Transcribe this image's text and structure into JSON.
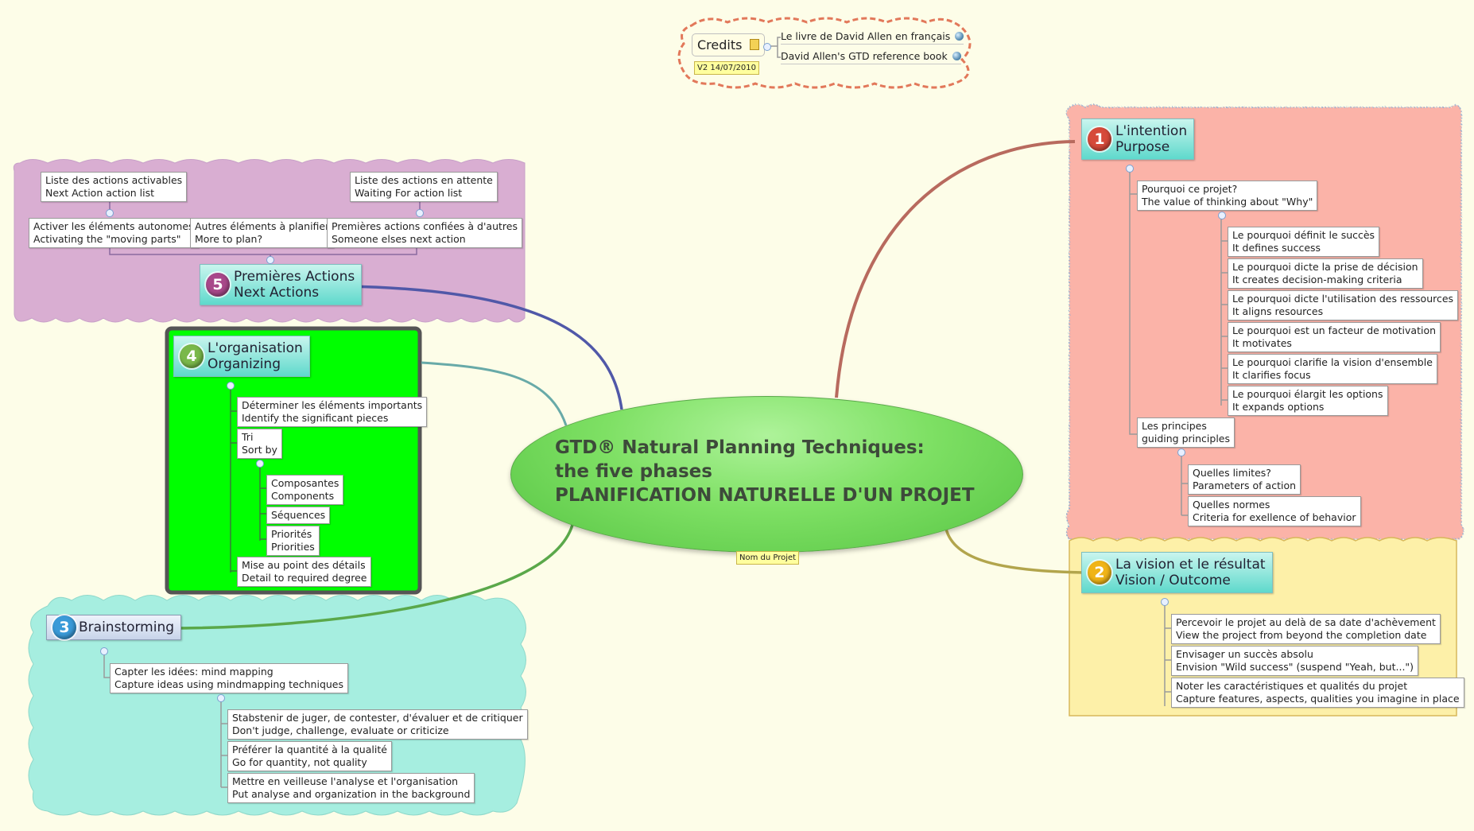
{
  "colors": {
    "background": "#fdfde8",
    "purpose_region": "#fbb3a8",
    "vision_region": "#fdf0a8",
    "brainstorm_region": "#a6eee0",
    "organizing_region": "#00ff00",
    "next_actions_region": "#d9aed2",
    "credits_border": "#e2785a"
  },
  "central": {
    "line1": "GTD®  Natural Planning Techniques:",
    "line2": "the five phases",
    "line3": "PLANIFICATION NATURELLE D'UN PROJET",
    "tag": "Nom du Projet"
  },
  "credits": {
    "label": "Credits",
    "note_icon": "note-icon",
    "version": "V2 14/07/2010",
    "links": [
      "Le livre de David Allen en français",
      "David Allen's GTD reference book"
    ]
  },
  "purpose": {
    "number": "1",
    "fr": "L'intention",
    "en": "Purpose",
    "why": {
      "fr": "Pourquoi ce projet?",
      "en": "The value of thinking about \"Why\""
    },
    "items": [
      {
        "fr": "Le pourquoi définit le succès",
        "en": "It defines success"
      },
      {
        "fr": "Le pourquoi dicte la prise de décision",
        "en": "It creates decision-making criteria"
      },
      {
        "fr": "Le pourquoi dicte l'utilisation des ressources",
        "en": "It aligns resources"
      },
      {
        "fr": "Le pourquoi est un facteur de motivation",
        "en": "It motivates"
      },
      {
        "fr": "Le pourquoi clarifie la vision d'ensemble",
        "en": "It clarifies focus"
      },
      {
        "fr": "Le pourquoi élargit les options",
        "en": "It expands options"
      }
    ],
    "principles": {
      "fr": "Les principes",
      "en": "guiding principles"
    },
    "principle_items": [
      {
        "fr": "Quelles limites?",
        "en": "Parameters of action"
      },
      {
        "fr": "Quelles normes",
        "en": "Criteria for exellence of behavior"
      }
    ]
  },
  "vision": {
    "number": "2",
    "fr": "La vision et le résultat",
    "en": "Vision / Outcome",
    "items": [
      {
        "fr": "Percevoir le projet au delà de sa date d'achèvement",
        "en": "View the project from beyond the completion date"
      },
      {
        "fr": "Envisager un succès absolu",
        "en": "Envision \"Wild success\" (suspend \"Yeah, but...\")"
      },
      {
        "fr": "Noter les caractéristiques et qualités du projet",
        "en": "Capture features, aspects, qualities you imagine in place"
      }
    ]
  },
  "brainstorming": {
    "number": "3",
    "label": "Brainstorming",
    "capture": {
      "fr": "Capter les idées: mind mapping",
      "en": "Capture ideas using mindmapping techniques"
    },
    "items": [
      {
        "fr": "Stabstenir de juger, de contester, d'évaluer et de critiquer",
        "en": "Don't judge, challenge, evaluate or criticize"
      },
      {
        "fr": "Préférer la quantité à la qualité",
        "en": "Go for quantity, not quality"
      },
      {
        "fr": "Mettre en veilleuse l'analyse et l'organisation",
        "en": "Put analyse and organization in the background"
      }
    ]
  },
  "organizing": {
    "number": "4",
    "fr": "L'organisation",
    "en": "Organizing",
    "identify": {
      "fr": "Déterminer les éléments importants",
      "en": "Identify the significant pieces"
    },
    "sort": {
      "fr": "Tri",
      "en": "Sort by"
    },
    "sort_items": [
      {
        "fr": "Composantes",
        "en": "Components"
      },
      {
        "fr": "Séquences",
        "en": ""
      },
      {
        "fr": "Priorités",
        "en": "Priorities"
      }
    ],
    "detail": {
      "fr": "Mise au point des détails",
      "en": "Detail to required degree"
    }
  },
  "next_actions": {
    "number": "5",
    "fr": "Premières Actions",
    "en": "Next Actions",
    "activate": {
      "fr": "Activer les éléments autonomes",
      "en": "Activating the \"moving parts\""
    },
    "next_list": {
      "fr": "Liste des actions activables",
      "en": "Next Action action list"
    },
    "more": {
      "fr": "Autres éléments à planifier",
      "en": "More to plan?"
    },
    "delegated": {
      "fr": "Premières actions confiées à d'autres",
      "en": "Someone elses next action"
    },
    "waiting_list": {
      "fr": "Liste des actions en attente",
      "en": "Waiting For action list"
    }
  }
}
